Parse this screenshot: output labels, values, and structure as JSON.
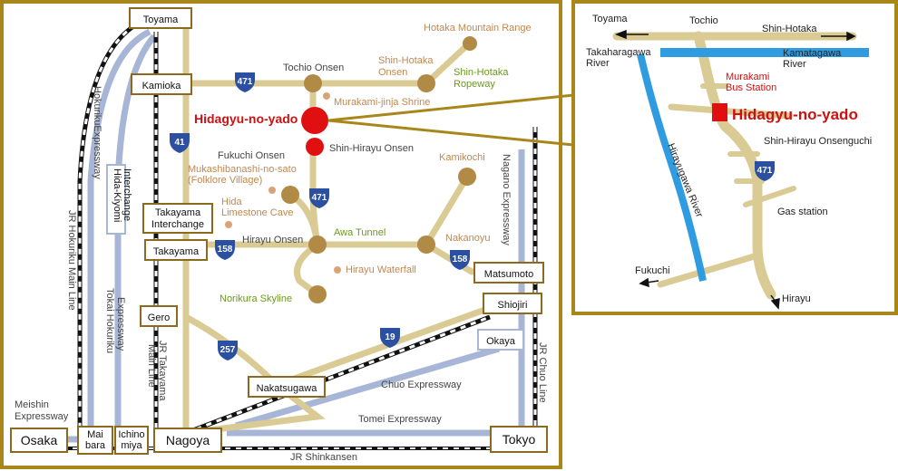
{
  "main_map": {
    "cities": {
      "toyama": "Toyama",
      "kamioka": "Kamioka",
      "takayama": "Takayama",
      "takayama_ic": "Takayama Interchange",
      "gero": "Gero",
      "nakatsugawa": "Nakatsugawa",
      "osaka": "Osaka",
      "maibara": "Mai bara",
      "ichinomiya": "Ichino miya",
      "nagoya": "Nagoya",
      "tokyo": "Tokyo",
      "matsumoto": "Matsumoto",
      "shiojiri": "Shiojiri",
      "okaya": "Okaya",
      "hida_kiyomi": "Hida-Kiyomi Interchange"
    },
    "places": {
      "hidagyu": "Hidagyu-no-yado",
      "tochio_onsen": "Tochio Onsen",
      "shin_hotaka_onsen": "Shin-Hotaka Onsen",
      "hotaka_range": "Hotaka Mountain Range",
      "ropeway": "Shin-Hotaka Ropeway",
      "murakami_shrine": "Murakami-jinja Shrine",
      "shin_hirayu": "Shin-Hirayu Onsen",
      "fukuchi_onsen": "Fukuchi Onsen",
      "mukashi": "Mukashibanashi-no-sato (Folklore Village)",
      "hida_cave": "Hida Limestone Cave",
      "hirayu_onsen": "Hirayu Onsen",
      "awa_tunnel": "Awa Tunnel",
      "hirayu_fall": "Hirayu Waterfall",
      "kamikochi": "Kamikochi",
      "nakanoyu": "Nakanoyu",
      "norikura": "Norikura Skyline"
    },
    "routes": {
      "r471a": "471",
      "r471b": "471",
      "r41": "41",
      "r158a": "158",
      "r158b": "158",
      "r257": "257",
      "r19": "19"
    },
    "lines": {
      "hokuriku_exp": "HokurikuExpressway",
      "jr_hokuriku": "JR Hokuriku Main Line",
      "tokai_hokuriku": "Tokai Hokuriku Expressway",
      "jr_takayama": "JR Takayama Main Line",
      "meishin": "Meishin Expressway",
      "chuo_exp": "Chuo Expressway",
      "tomei": "Tomei Expressway",
      "jr_shinkansen": "JR Shinkansen",
      "nagano_exp": "Nagano Expressway",
      "jr_chuo": "JR Chuo Line"
    }
  },
  "inset_map": {
    "toyama": "Toyama",
    "tochio": "Tochio",
    "shin_hotaka": "Shin-Hotaka",
    "takahara_river": "Takaharagawa River",
    "kamatagawa_river": "Kamatagawa River",
    "murakami_bus": "Murakami Bus Station",
    "hidagyu": "Hidagyu-no-yado",
    "shin_hirayu_guchi": "Shin-Hirayu Onsenguchi",
    "route": "471",
    "gas_station": "Gas station",
    "hirayugawa": "Hirayugawa River",
    "fukuchi": "Fukuchi",
    "hirayu": "Hirayu"
  },
  "colors": {
    "frame": "#a8861a",
    "road": "#d9cb93",
    "expressway": "#a7b6d6",
    "river": "#2f9be0",
    "hotel": "#e01010",
    "spot": "#b18a45",
    "shield": "#2b4fa1"
  }
}
